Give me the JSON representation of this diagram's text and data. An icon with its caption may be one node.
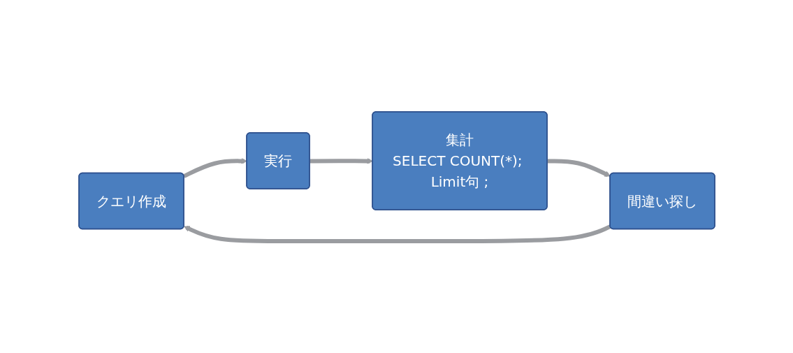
{
  "diagram": {
    "nodes": [
      {
        "text": [
          "クエリ作成"
        ]
      },
      {
        "text": [
          "実行"
        ]
      },
      {
        "text": [
          "集計",
          "SELECT COUNT(*); Limit句 ;"
        ]
      },
      {
        "text": [
          "間違い探し"
        ]
      }
    ],
    "edges": [
      {
        "from": 0,
        "to": 1,
        "arrow": "to"
      },
      {
        "from": 1,
        "to": 2,
        "arrow": "to"
      },
      {
        "from": 2,
        "to": 3,
        "arrow": "to"
      },
      {
        "from": 3,
        "to": 0,
        "arrow": "to"
      }
    ]
  }
}
